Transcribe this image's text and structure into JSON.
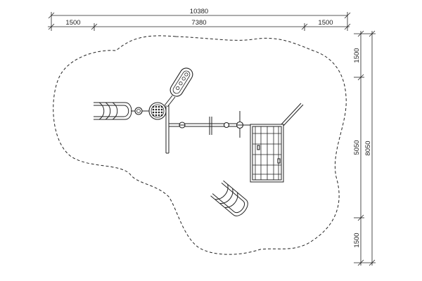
{
  "dimensions": {
    "overall_width": "10380",
    "left_margin": "1500",
    "span_width": "7380",
    "right_margin": "1500",
    "top_margin": "1500",
    "span_height": "5050",
    "bottom_margin": "1500",
    "overall_height": "8050"
  }
}
